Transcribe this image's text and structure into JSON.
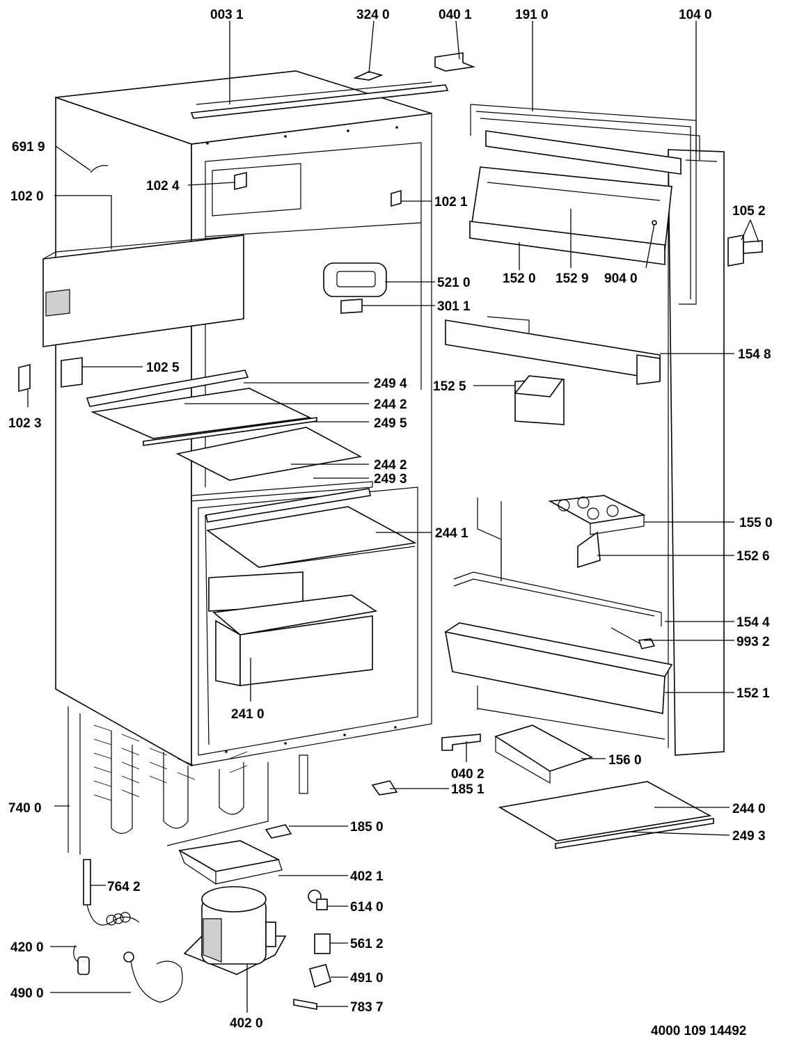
{
  "document_id": "4000 109 14492",
  "labels": {
    "p0031": "003 1",
    "p3240": "324 0",
    "p0401": "040 1",
    "p1910": "191 0",
    "p1040": "104 0",
    "p6919": "691 9",
    "p1024": "102 4",
    "p1021": "102 1",
    "p1020": "102 0",
    "p1052": "105 2",
    "p1520": "152 0",
    "p1529": "152 9",
    "p9040": "904 0",
    "p5210": "521 0",
    "p3011": "301 1",
    "p1548": "154 8",
    "p1025": "102 5",
    "p1023": "102 3",
    "p2494": "249 4",
    "p1525": "152 5",
    "p2442a": "244 2",
    "p2495": "249 5",
    "p2442b": "244 2",
    "p2493a": "249 3",
    "p1550": "155 0",
    "p2441": "244 1",
    "p1526": "152 6",
    "p1544": "154 4",
    "p9932": "993 2",
    "p1521": "152 1",
    "p2410": "241 0",
    "p0402": "040 2",
    "p1560": "156 0",
    "p1851": "185 1",
    "p7400": "740 0",
    "p2440": "244 0",
    "p1850": "185 0",
    "p2493b": "249 3",
    "p4021": "402 1",
    "p7642": "764 2",
    "p6140": "614 0",
    "p4200": "420 0",
    "p5612": "561 2",
    "p4910": "491 0",
    "p4900": "490 0",
    "p7837": "783 7",
    "p4020": "402 0"
  }
}
